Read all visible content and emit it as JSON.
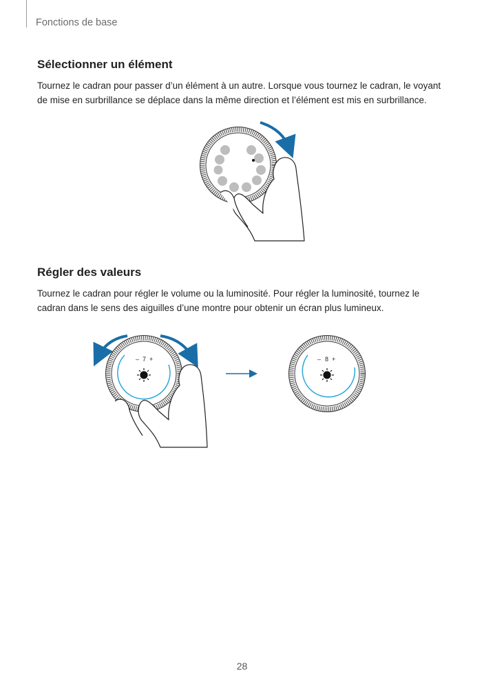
{
  "header": {
    "section": "Fonctions de base"
  },
  "section1": {
    "title": "Sélectionner un élément",
    "body": "Tournez le cadran pour passer d’un élément à un autre. Lorsque vous tournez le cadran, le voyant de mise en surbrillance se déplace dans la même direction et l’élément est mis en surbrillance."
  },
  "section2": {
    "title": "Régler des valeurs",
    "body": "Tournez le cadran pour régler le volume ou la luminosité. Pour régler la luminosité, tournez le cadran dans le sens des aiguilles d’une montre pour obtenir un écran plus lumineux."
  },
  "brightness_before": {
    "minus": "–",
    "value": "7",
    "plus": "+"
  },
  "brightness_after": {
    "minus": "–",
    "value": "8",
    "plus": "+"
  },
  "colors": {
    "arrow": "#1a6ea8",
    "bezel": "#5a5a5a",
    "arc": "#29a8d8",
    "text": "#231f20"
  },
  "icons": [
    "rotate-arrow-icon",
    "brightness-icon",
    "hand-icon",
    "right-arrow-icon"
  ],
  "footer": {
    "page_number": "28"
  }
}
